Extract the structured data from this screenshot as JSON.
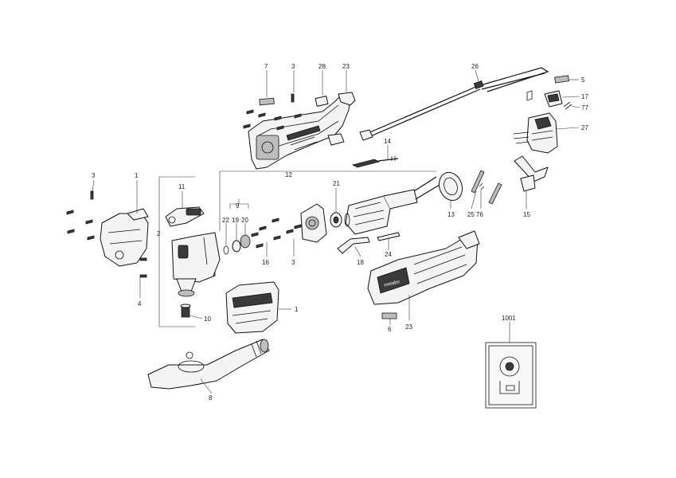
{
  "labels": {
    "l7": "7",
    "l3a": "3",
    "l28": "28",
    "l23a": "23",
    "l26": "26",
    "l5": "5",
    "l17": "17",
    "l77": "77",
    "l27": "27",
    "l14": "14",
    "l3b": "3",
    "l1a": "1",
    "l12": "12",
    "l11": "11",
    "l9": "9",
    "l22": "22",
    "l19": "19",
    "l20": "20",
    "l21": "21",
    "l13": "13",
    "l25": "25",
    "l76": "76",
    "l15": "15",
    "l2": "2",
    "l16": "16",
    "l3c": "3",
    "l18": "18",
    "l24": "24",
    "l4": "4",
    "l1b": "1",
    "l10": "10",
    "l23b": "23",
    "l6": "6",
    "l8": "8",
    "l1001": "1001"
  },
  "brand_text": "metabo"
}
